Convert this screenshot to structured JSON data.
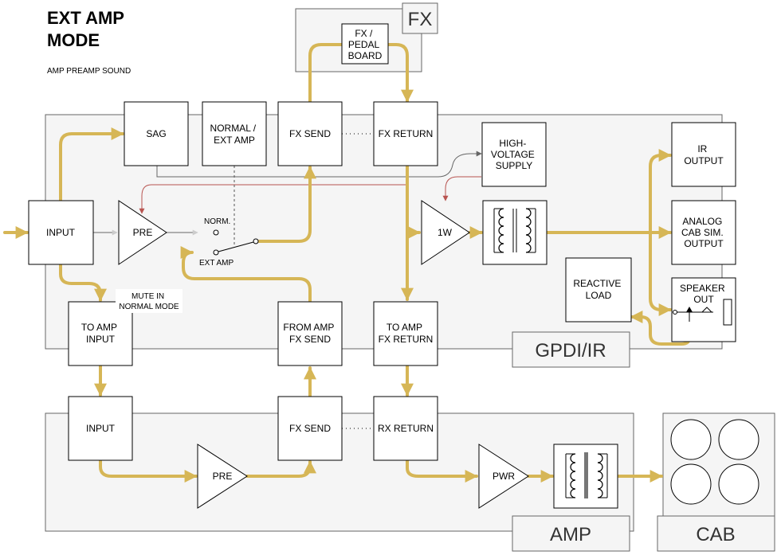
{
  "title": {
    "line1": "EXT AMP",
    "line2": "MODE",
    "subtitle": "AMP PREAMP SOUND"
  },
  "groups": {
    "fx": "FX",
    "gpdi": "GPDI/IR",
    "amp": "AMP",
    "cab": "CAB"
  },
  "blocks": {
    "fx_pedalboard": [
      "FX /",
      "PEDAL",
      "BOARD"
    ],
    "sag": [
      "SAG"
    ],
    "normal_ext": [
      "NORMAL /",
      "EXT AMP"
    ],
    "fx_send": [
      "FX SEND"
    ],
    "fx_return": [
      "FX RETURN"
    ],
    "hv_supply": [
      "HIGH-",
      "VOLTAGE",
      "SUPPLY"
    ],
    "ir_output": [
      "IR",
      "OUTPUT"
    ],
    "analog_cab": [
      "ANALOG",
      "CAB SIM.",
      "OUTPUT"
    ],
    "speaker_out": [
      "SPEAKER",
      "OUT"
    ],
    "reactive_load": [
      "REACTIVE",
      "LOAD"
    ],
    "input": [
      "INPUT"
    ],
    "to_amp_input": [
      "TO AMP",
      "INPUT"
    ],
    "from_amp_fx_send": [
      "FROM AMP",
      "FX SEND"
    ],
    "to_amp_fx_return": [
      "TO AMP",
      "FX RETURN"
    ],
    "amp_input": [
      "INPUT"
    ],
    "amp_fx_send": [
      "FX SEND"
    ],
    "amp_rx_return": [
      "RX RETURN"
    ]
  },
  "amps": {
    "pre": "PRE",
    "one_w": "1W",
    "amp_pre": "PRE",
    "pwr": "PWR"
  },
  "switch": {
    "norm": "NORM.",
    "ext": "EXT AMP"
  },
  "notes": {
    "mute": [
      "MUTE IN",
      "NORMAL MODE"
    ]
  },
  "colors": {
    "signal": "#d6b656",
    "control": "#b85450",
    "panel": "#f5f5f5",
    "border": "#666666"
  }
}
